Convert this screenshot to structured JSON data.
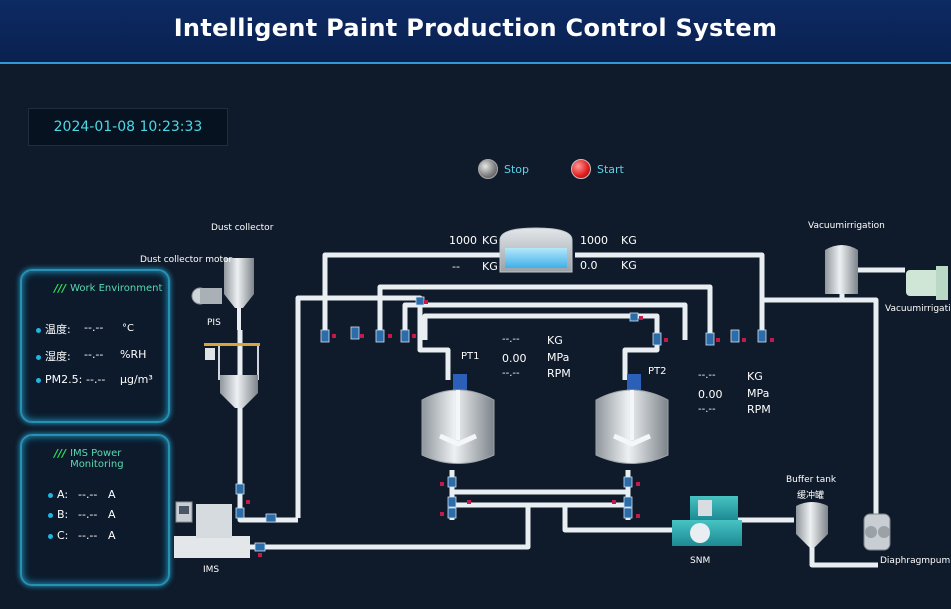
{
  "header": {
    "title": "Intelligent Paint Production Control System"
  },
  "datetime": "2024-01-08 10:23:33",
  "controls": {
    "stop_label": "Stop",
    "start_label": "Start"
  },
  "work_env": {
    "title": "Work Environment",
    "rows": [
      {
        "label": "温度:",
        "value": "--.--",
        "unit": "°C"
      },
      {
        "label": "湿度:",
        "value": "--.--",
        "unit": "%RH"
      },
      {
        "label": "PM2.5:",
        "value": "--.--",
        "unit": "μg/m³"
      }
    ]
  },
  "power": {
    "title": "IMS Power Monitoring",
    "rows": [
      {
        "label": "A:",
        "value": "--.--",
        "unit": "A"
      },
      {
        "label": "B:",
        "value": "--.--",
        "unit": "A"
      },
      {
        "label": "C:",
        "value": "--.--",
        "unit": "A"
      }
    ]
  },
  "labels": {
    "dust_collector": "Dust collector",
    "dust_motor": "Dust collector motor",
    "pis": "PIS",
    "ims": "IMS",
    "pt1": "PT1",
    "pt2": "PT2",
    "vacuum": "Vacuumirrigation",
    "vacuum2": "Vacuumirrigation",
    "buffer": "Buffer tank",
    "buffer_cn": "缓冲罐",
    "snm": "SNM",
    "diaphragm": "Diaphragmpump"
  },
  "tank_top": {
    "left_weight": "1000",
    "left_weight_unit": "KG",
    "left_value": "--",
    "left_value_unit": "KG",
    "right_weight": "1000",
    "right_weight_unit": "KG",
    "right_value": "0.0",
    "right_value_unit": "KG"
  },
  "pt1": {
    "weight": "--.--",
    "weight_unit": "KG",
    "pressure": "0.00",
    "pressure_unit": "MPa",
    "speed": "--.--",
    "speed_unit": "RPM"
  },
  "pt2": {
    "weight": "--.--",
    "weight_unit": "KG",
    "pressure": "0.00",
    "pressure_unit": "MPa",
    "speed": "--.--",
    "speed_unit": "RPM"
  },
  "colors": {
    "accent": "#2f9ad6",
    "pipe": "#e9eef2",
    "text_teal": "#5bd2e6"
  }
}
